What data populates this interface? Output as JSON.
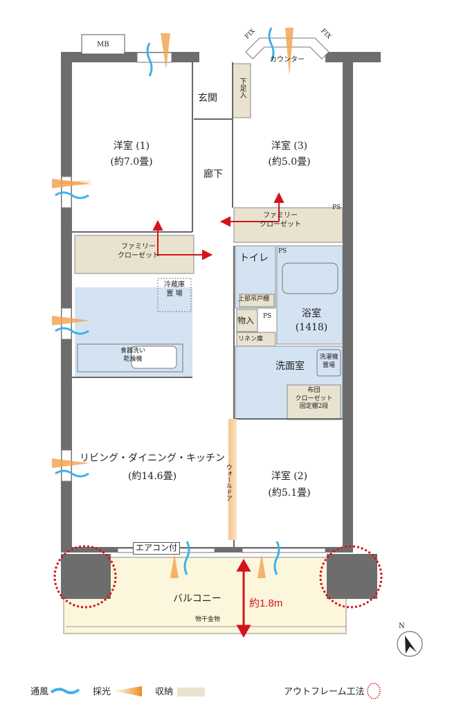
{
  "rooms": {
    "mb": "MB",
    "counter": "カウンター",
    "fix_left": "FIX",
    "fix_right": "FIX",
    "genkan": "玄関",
    "shoe_storage": "下足入",
    "western1_name": "洋室 (1)",
    "western1_size": "(約7.0畳)",
    "western3_name": "洋室 (3)",
    "western3_size": "(約5.0畳)",
    "corridor": "廊下",
    "family_closet1": "ファミリー\nクローゼット",
    "family_closet3": "ファミリー\nクローゼット",
    "ps1": "PS",
    "ps2": "PS",
    "ps3": "PS",
    "toilet": "トイレ",
    "upper_shelf": "上部吊戸棚",
    "fridge": "冷蔵庫\n置 場",
    "storage": "物入",
    "bath_name": "浴室",
    "bath_size": "(1418)",
    "linen": "リネン庫",
    "washroom": "洗面室",
    "washer": "洗濯機\n置場",
    "dishwasher": "食器洗い\n乾燥機",
    "futon_closet": "布団\nクローゼット\n固定棚2段",
    "ldk_name": "リビング・ダイニング・キッチン",
    "ldk_size": "(約14.6畳)",
    "western2_name": "洋室 (2)",
    "western2_size": "(約5.1畳)",
    "wall_door": "ウォールドア",
    "aircon": "エアコン付",
    "balcony": "バルコニー",
    "drying_rack": "物干金物",
    "balcony_depth": "約1.8m"
  },
  "compass": "N",
  "legend": {
    "ventilation": "通風",
    "daylight": "採光",
    "storage": "収納",
    "outframe": "アウトフレーム工法"
  },
  "colors": {
    "wall": "#6d6d6d",
    "wet_area": "#d3e3f2",
    "storage": "#e9e2cf",
    "balcony": "#fcf7dc",
    "arrow": "#d5121a",
    "light": "#f09a3a",
    "wind": "#3fb0e6"
  }
}
